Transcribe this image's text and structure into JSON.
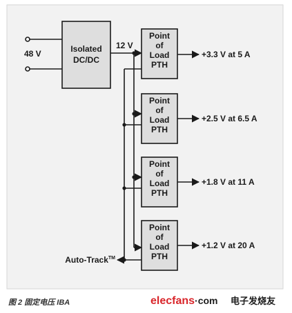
{
  "colors": {
    "panel": "#f2f2f2",
    "panel_border": "#d6d6d6",
    "block_fill": "#dedede",
    "line": "#1a1a1a",
    "watermark_red": "#d9252a",
    "watermark_dark": "#1c1c1c"
  },
  "input": {
    "voltage_label": "48 V"
  },
  "converter": {
    "line1": "Isolated",
    "line2": "DC/DC"
  },
  "bus": {
    "label": "12 V"
  },
  "pol_blocks": [
    {
      "line1": "Point",
      "line2": "of",
      "line3": "Load",
      "line4": "PTH",
      "output": "+3.3 V at 5 A"
    },
    {
      "line1": "Point",
      "line2": "of",
      "line3": "Load",
      "line4": "PTH",
      "output": "+2.5 V at 6.5 A"
    },
    {
      "line1": "Point",
      "line2": "of",
      "line3": "Load",
      "line4": "PTH",
      "output": "+1.8 V at 11 A"
    },
    {
      "line1": "Point",
      "line2": "of",
      "line3": "Load",
      "line4": "PTH",
      "output": "+1.2 V at 20 A"
    }
  ],
  "autotrack": {
    "label": "Auto-Track",
    "mark": "TM"
  },
  "caption": "图 2 固定电压 IBA",
  "watermark": {
    "brand": "elecfans",
    "domain": "·com",
    "chinese": "电子发烧友"
  }
}
